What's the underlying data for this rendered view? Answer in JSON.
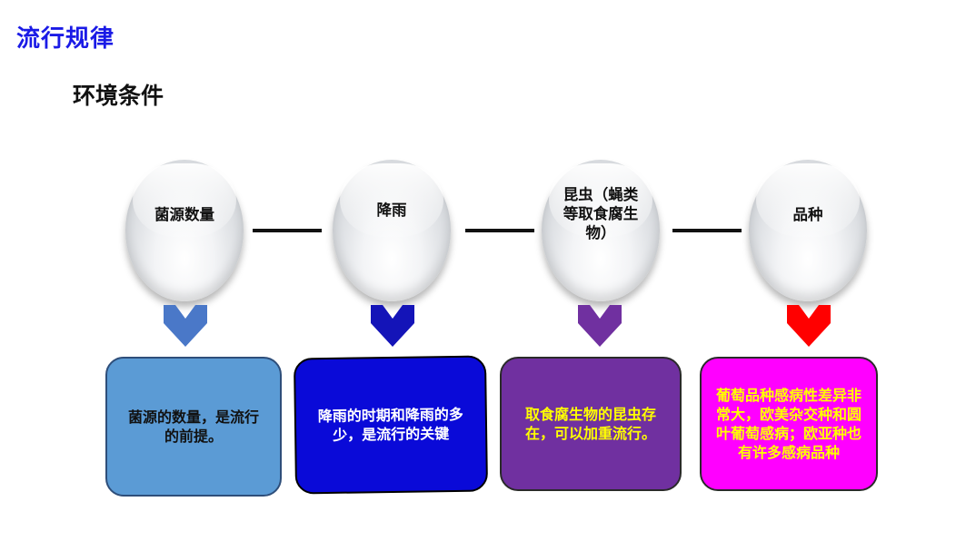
{
  "header": {
    "title": "流行规律",
    "subtitle": "环境条件",
    "title_color": "#1a1ae6"
  },
  "stages": [
    {
      "label": "菌源数量",
      "description": "菌源的数量，是流行的前提。",
      "arrow_color": "#4a78c8",
      "box_color": "#5b9bd5",
      "text_color": "#111111"
    },
    {
      "label": "降雨",
      "description": "降雨的时期和降雨的多少，是流行的关键",
      "arrow_color": "#1414b8",
      "box_color": "#0a0ad8",
      "text_color": "#ffffff"
    },
    {
      "label": "昆虫（蝇类等取食腐生物）",
      "description": "取食腐生物的昆虫存在，可以加重流行。",
      "arrow_color": "#7030a0",
      "box_color": "#7030a0",
      "text_color": "#ffff00"
    },
    {
      "label": "品种",
      "description": "葡萄品种感病性差异非常大，欧美杂交种和圆叶葡萄感病；欧亚种也有许多感病品种",
      "arrow_color": "#ff0000",
      "box_color": "#ff00ff",
      "text_color": "#ffff00"
    }
  ]
}
